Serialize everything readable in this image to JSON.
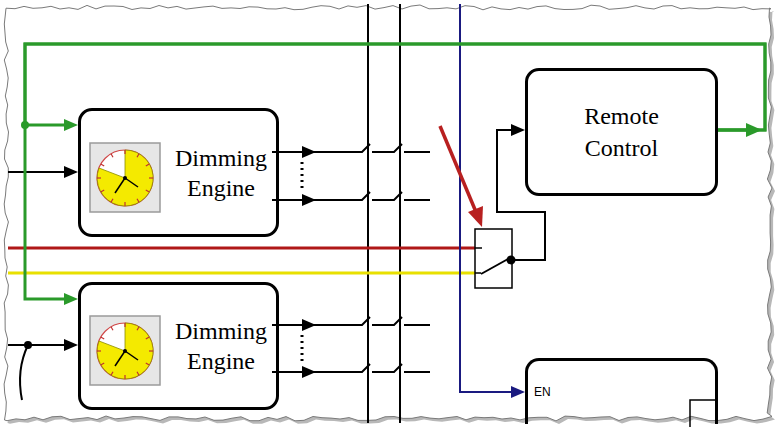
{
  "diagram": {
    "nodes": [
      {
        "text": [
          "Remote Control"
        ]
      },
      {
        "text": [
          "Dimming Engine"
        ]
      },
      {
        "text": [
          "Dimming Engine"
        ]
      },
      {
        "text": [
          "EN"
        ]
      }
    ],
    "edges": [
      {
        "from": 0,
        "to": 1,
        "arrow": "to"
      },
      {
        "from": 0,
        "to": 2,
        "arrow": "to"
      }
    ]
  }
}
